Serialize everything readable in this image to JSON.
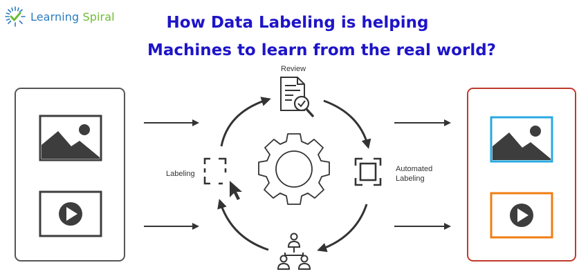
{
  "logo": {
    "text_primary": "Learning",
    "text_accent": "Spiral",
    "icon": "sparkle-check-icon"
  },
  "title": {
    "line1": "How Data Labeling is helping",
    "line2": "Machines to learn from the real world?"
  },
  "cycle": {
    "review_label": "Review",
    "labeling_label": "Labeling",
    "automated_label_line1": "Automated",
    "automated_label_line2": "Labeling"
  },
  "colors": {
    "title": "#1e14c8",
    "logo_blue": "#2a7bbf",
    "logo_green": "#6dbb33",
    "output_panel_border": "#c0392b",
    "output_image_border": "#29a8e0",
    "output_video_border": "#f07d12",
    "icon_dark": "#3d3d3d"
  }
}
